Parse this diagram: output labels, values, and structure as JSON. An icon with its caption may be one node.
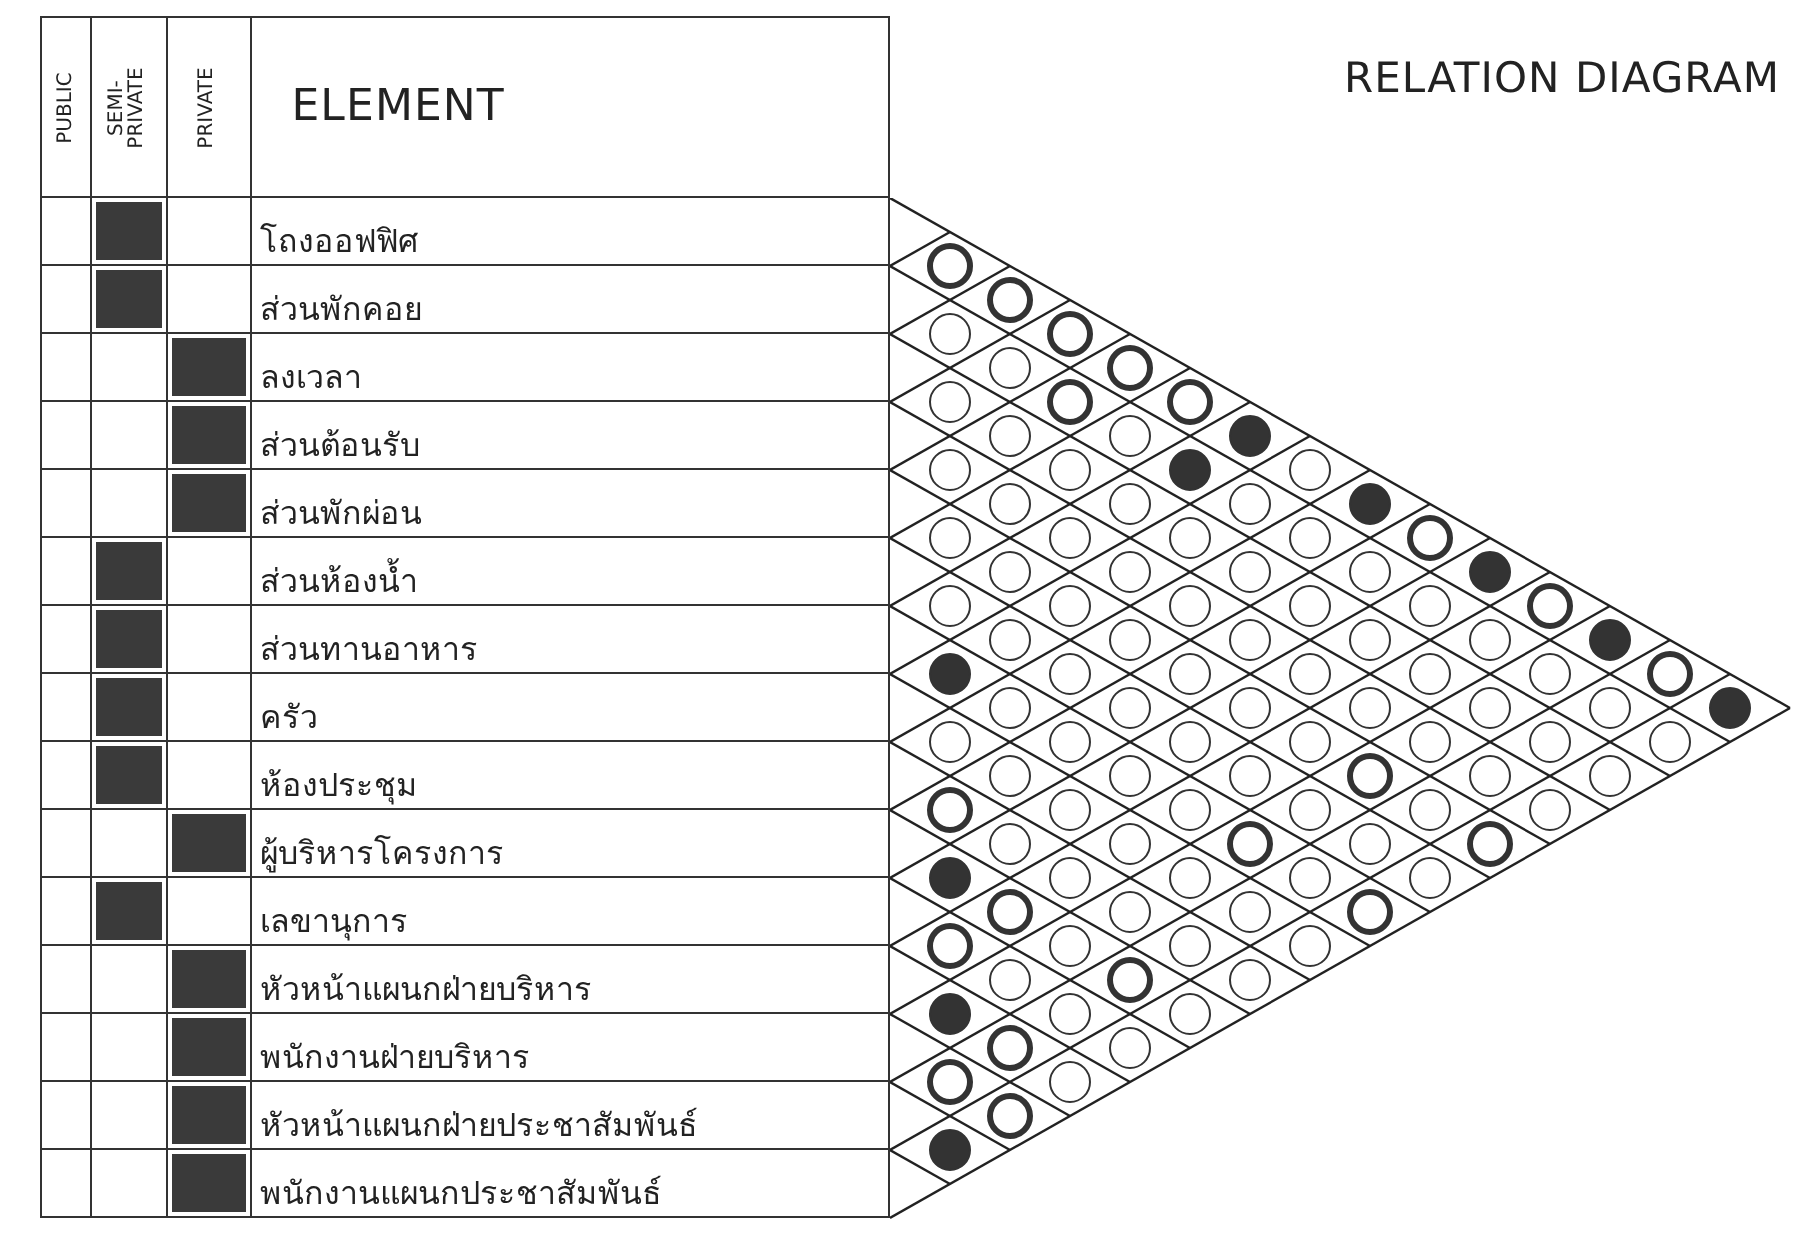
{
  "diagram": {
    "title": "RELATION DIAGRAM",
    "labels": [
      "PUBLIC",
      "SEMI- PRIVATE",
      "PRIVATE",
      "ELEMENT",
      "โถงออฟฟิศ",
      "ส่วนพักคอย",
      "ลงเวลา",
      "ส่วนต้อนรับ",
      "ส่วนพักผ่อน",
      "ส่วนห้องน้ำ",
      "ส่วนทานอาหาร",
      "ครัว",
      "ห้องประชุม",
      "ผู้บริหารโครงการ",
      "เลขานุการ",
      "หัวหน้าแผนกฝ่ายบริหาร",
      "พนักงานฝ่ายบริหาร",
      "หัวหน้าแผนกฝ่ายประชาสัมพันธ์",
      "พนักงานแผนกประชาสัมพันธ์"
    ]
  }
}
